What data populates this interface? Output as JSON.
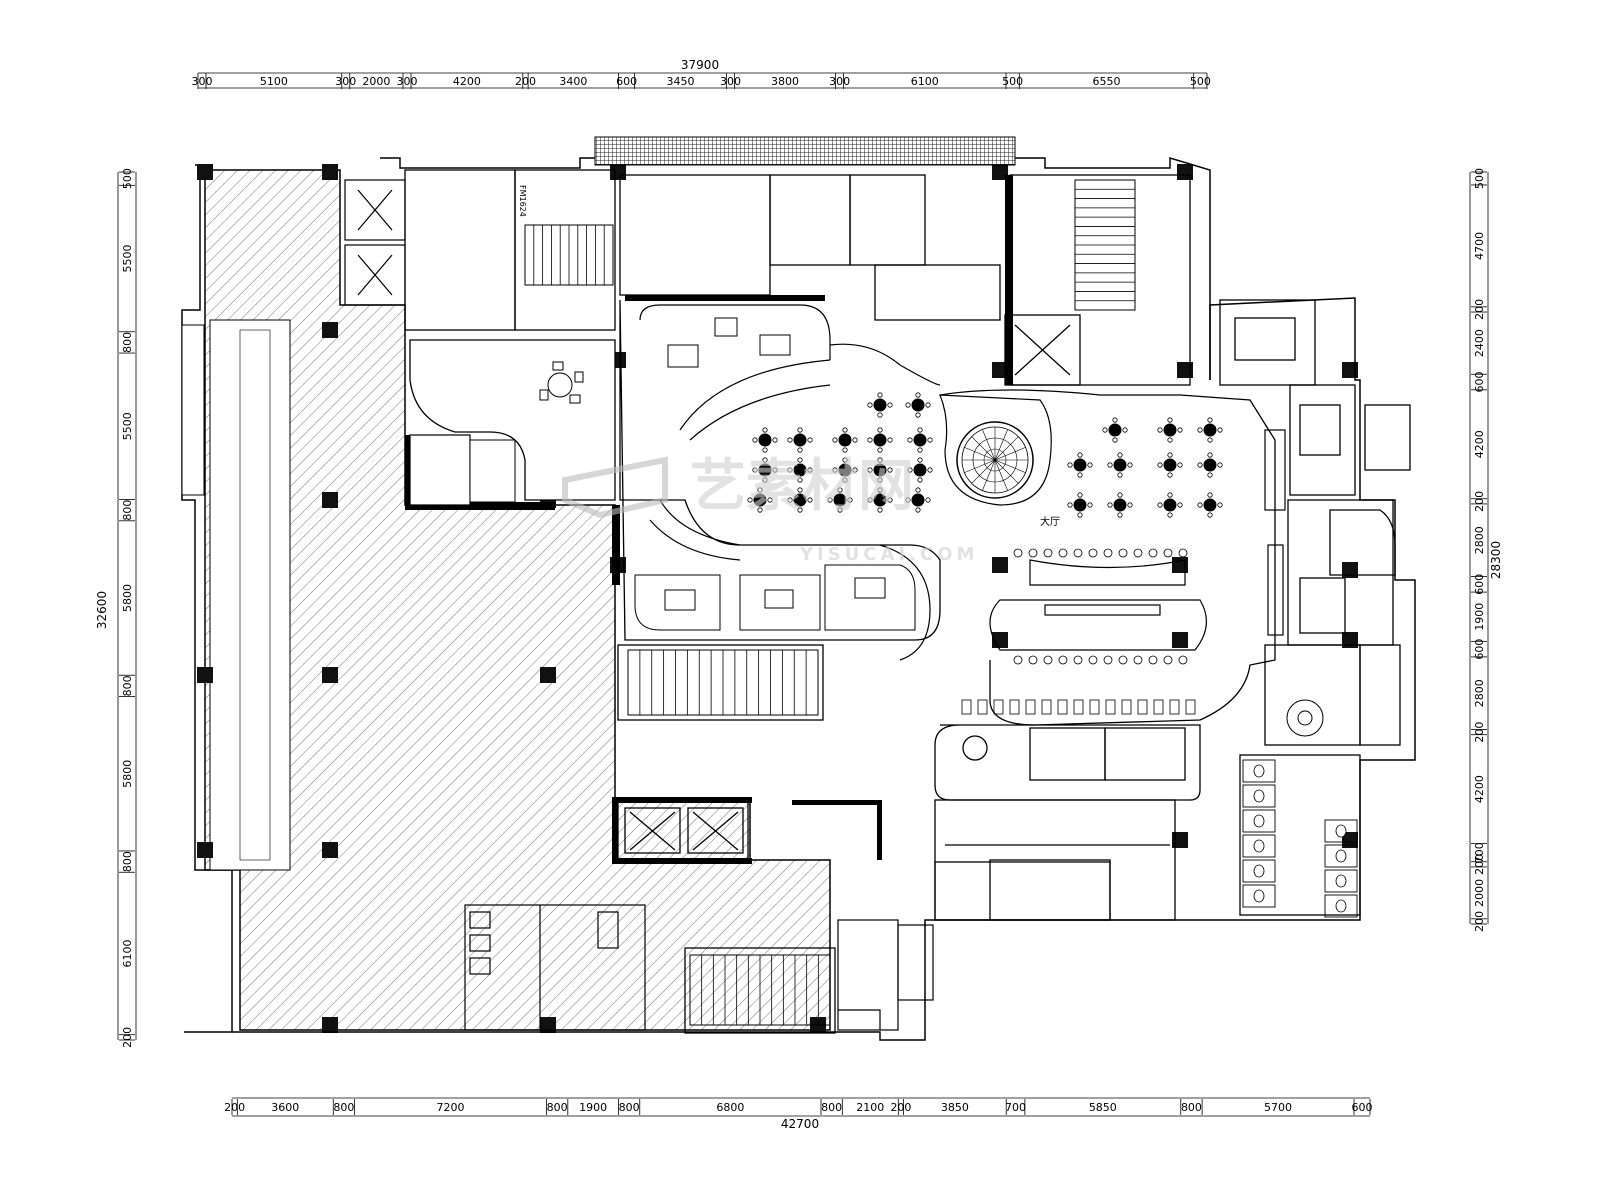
{
  "dimensions": {
    "top_total": "37900",
    "top": [
      "300",
      "5100",
      "300",
      "2000",
      "300",
      "4200",
      "200",
      "3400",
      "600",
      "3450",
      "300",
      "3800",
      "300",
      "6100",
      "500",
      "6550",
      "500"
    ],
    "bottom_total": "42700",
    "bottom": [
      "200",
      "3600",
      "800",
      "7200",
      "800",
      "1900",
      "800",
      "6800",
      "800",
      "2100",
      "200",
      "3850",
      "700",
      "5850",
      "800",
      "5700",
      "600"
    ],
    "left_total": "32600",
    "left": [
      "500",
      "5500",
      "800",
      "5500",
      "800",
      "5800",
      "800",
      "5800",
      "800",
      "6100",
      "200"
    ],
    "right_total": "28300",
    "right": [
      "500",
      "4700",
      "200",
      "2400",
      "600",
      "4200",
      "200",
      "2800",
      "600",
      "1900",
      "600",
      "2800",
      "200",
      "4200",
      "700",
      "200",
      "2000",
      "200"
    ]
  },
  "labels": {
    "door_code": "FM1624",
    "hall": "大厅"
  },
  "watermark": {
    "brand": "艺素材网",
    "url": "YISUCAI.COM"
  }
}
